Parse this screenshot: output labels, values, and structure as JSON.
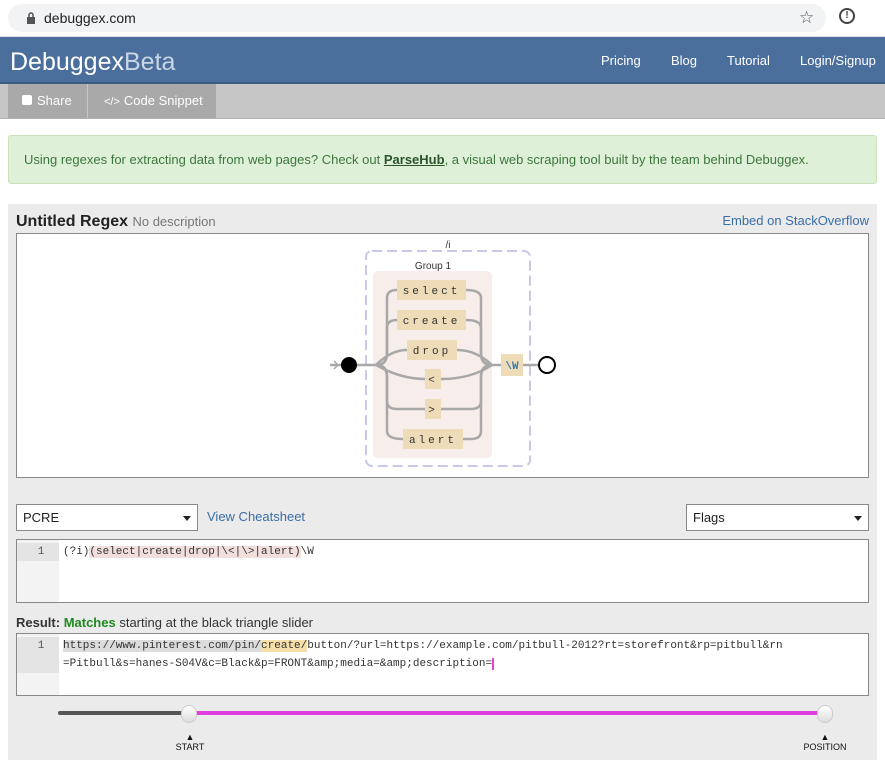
{
  "browser": {
    "url": "debuggex.com"
  },
  "header": {
    "logo_main": "Debuggex",
    "logo_sub": "Beta",
    "nav": [
      "Pricing",
      "Blog",
      "Tutorial",
      "Login/Signup"
    ]
  },
  "toolbar": {
    "share": "Share",
    "snippet": "Code Snippet"
  },
  "alert": {
    "before": "Using regexes for extracting data from web pages? Check out ",
    "link": "ParseHub",
    "after": ", a visual web scraping tool built by the team behind Debuggex."
  },
  "regex_panel": {
    "title": "Untitled Regex",
    "description": "No description",
    "embed": "Embed on StackOverflow"
  },
  "diagram": {
    "flag": "/i",
    "group": "Group 1",
    "alternatives": [
      "select",
      "create",
      "drop",
      "<",
      ">",
      "alert"
    ],
    "suffix": "\\W"
  },
  "controls": {
    "flavor": "PCRE",
    "cheatsheet": "View Cheatsheet",
    "flags": "Flags"
  },
  "regex": {
    "line": "1",
    "prefix": "(?i)",
    "group": "(select|create|drop|\\<|\\>|alert)",
    "suffix": "\\W"
  },
  "result": {
    "label": "Result:",
    "status": "Matches",
    "rest": "starting at the black triangle slider",
    "line": "1",
    "pre": "https://www.pinterest.com/pin/",
    "match": "create/",
    "post1": "button/?url=https://example.com/pitbull-2012?rt=storefront&rp=pitbull&rn",
    "post2": "=Pitbull&s=hanes-S04V&c=Black&p=FRONT&amp;media=&amp;description="
  },
  "slider": {
    "start": "START",
    "position": "POSITION"
  },
  "colors": {
    "header": "#4a6f9c",
    "match": "#e040e0"
  }
}
